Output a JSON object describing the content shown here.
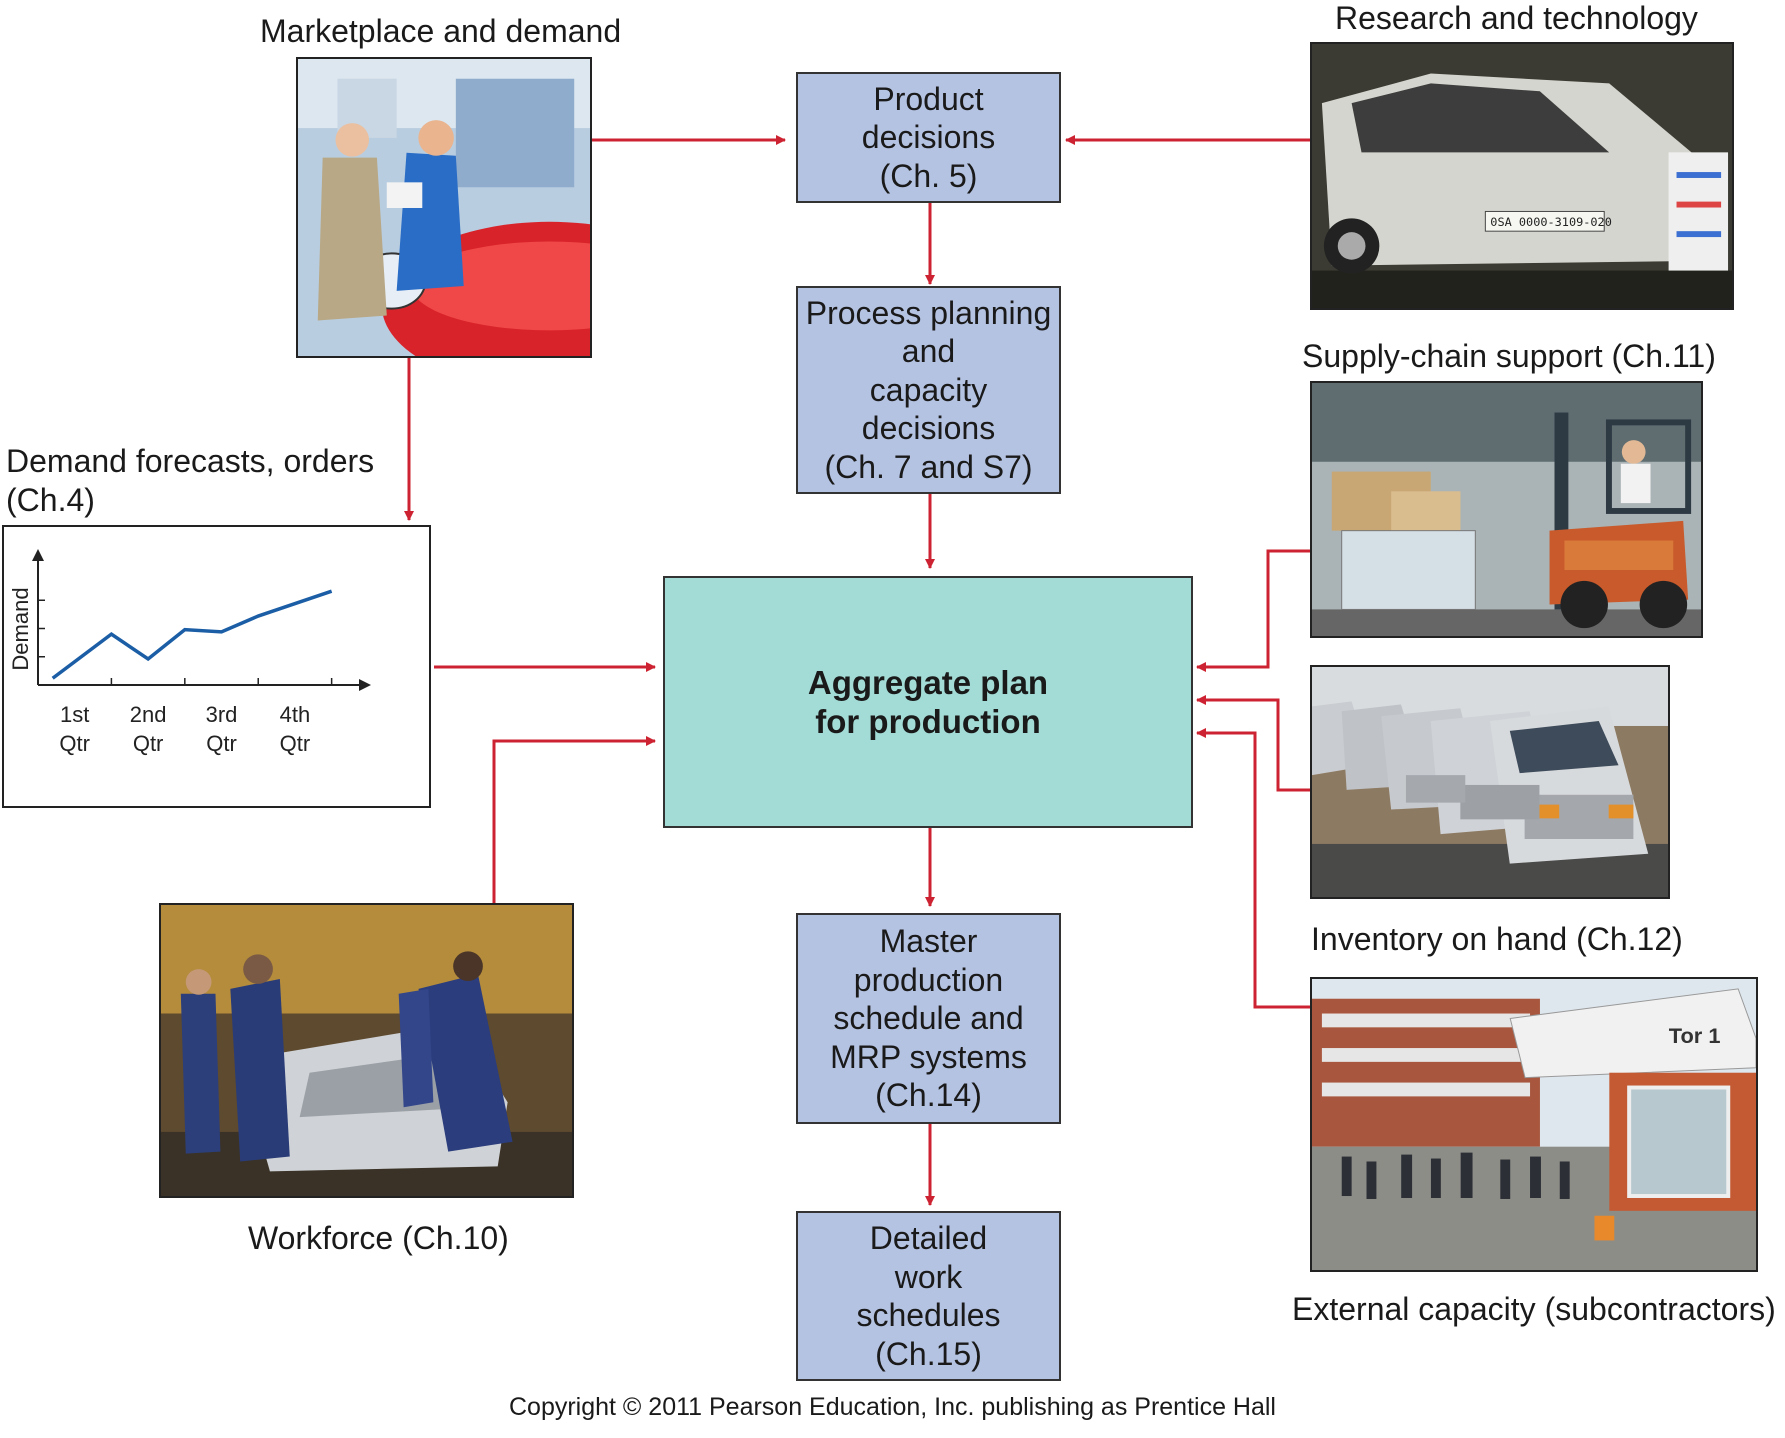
{
  "labels": {
    "marketplace": "Marketplace and demand",
    "research": "Research and technology",
    "supply_chain": "Supply-chain support (Ch.11)",
    "forecasts_line1": "Demand forecasts, orders",
    "forecasts_line2": "(Ch.4)",
    "inventory": "Inventory on hand (Ch.12)",
    "workforce": "Workforce (Ch.10)",
    "external": "External capacity (subcontractors)"
  },
  "boxes": {
    "product": [
      "Product",
      "decisions",
      "(Ch. 5)"
    ],
    "process": [
      "Process planning",
      "and",
      "capacity",
      "decisions",
      "(Ch. 7 and S7)"
    ],
    "aggregate": [
      "Aggregate plan",
      "for production"
    ],
    "mps": [
      "Master",
      "production",
      "schedule and",
      "MRP systems",
      "(Ch.14)"
    ],
    "detailed": [
      "Detailed",
      "work",
      "schedules",
      "(Ch.15)"
    ]
  },
  "photo_text": {
    "crash_plate": "0SA 0000-3109-020",
    "gate_sign": "Tor 1"
  },
  "chart_data": {
    "type": "line",
    "ylabel": "Demand",
    "categories": [
      [
        "1st",
        "Qtr"
      ],
      [
        "2nd",
        "Qtr"
      ],
      [
        "3rd",
        "Qtr"
      ],
      [
        "4th",
        "Qtr"
      ]
    ],
    "x": [
      0.2,
      1.0,
      1.5,
      2.0,
      2.5,
      3.0,
      4.0
    ],
    "values": [
      0.6,
      4.5,
      2.3,
      4.9,
      4.7,
      6.1,
      8.3
    ],
    "xlim": [
      0,
      4.4
    ],
    "ylim": [
      0,
      10
    ],
    "grid": false,
    "line_color": "#1b5ea6"
  },
  "colors": {
    "arrow": "#cc2231",
    "box_fill": "#b5c3e2",
    "main_fill": "#a3dcd6"
  },
  "copyright": "Copyright © 2011 Pearson Education, Inc. publishing as Prentice Hall"
}
